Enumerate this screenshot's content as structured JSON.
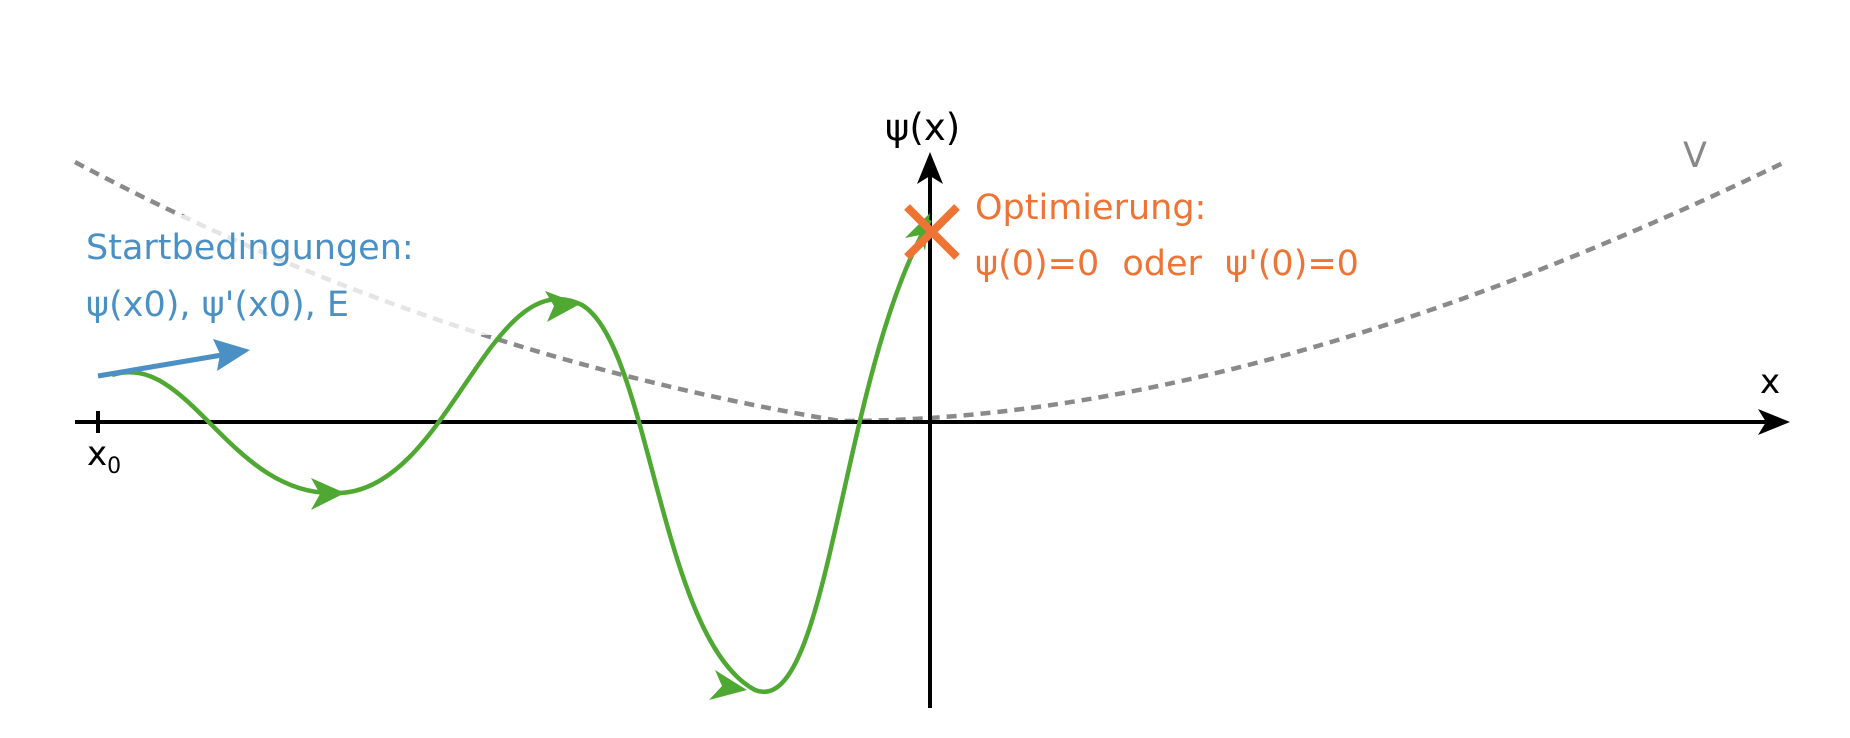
{
  "labels": {
    "start_title": "Startbedingungen:",
    "start_vars": "ψ(x0), ψ'(x0), E",
    "optimization_title": "Optimierung:",
    "optimization_condition": "ψ(0)=0  oder  ψ'(0)=0",
    "y_axis": "ψ(x)",
    "x_axis": "x",
    "x0_base": "x",
    "x0_sub": "0",
    "potential": "V"
  },
  "colors": {
    "wavefunction": "#4fa832",
    "start_arrow": "#4a90c4",
    "optimization": "#ee7435",
    "potential": "#8a8a8a",
    "axes": "#000000"
  }
}
